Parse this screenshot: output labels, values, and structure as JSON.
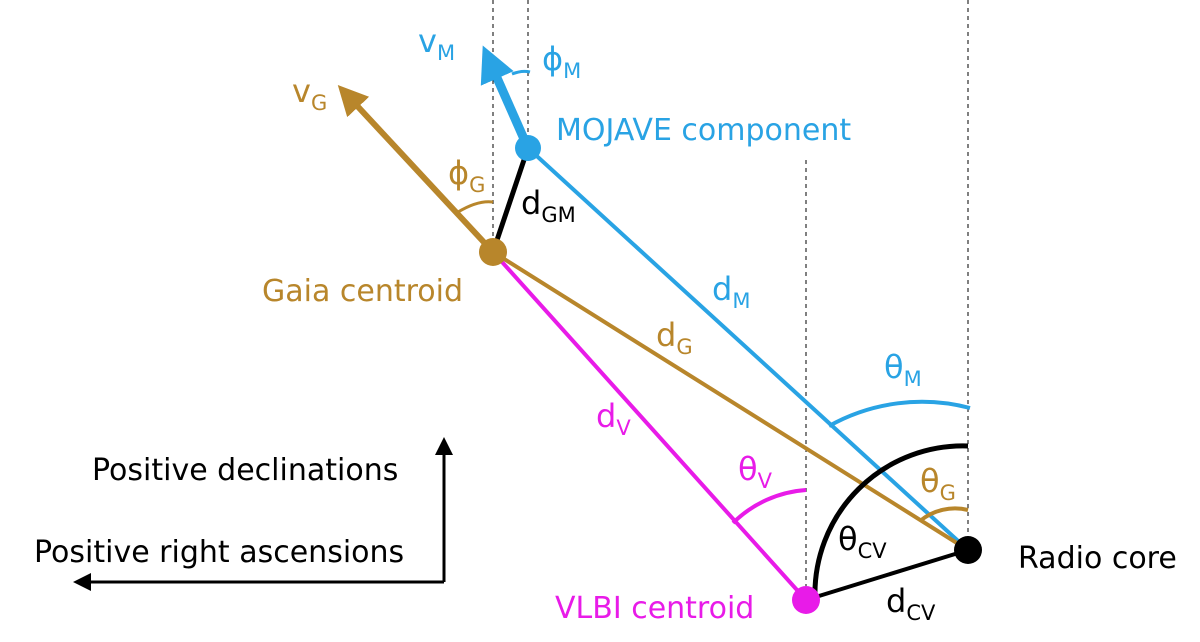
{
  "colors": {
    "mojave": "#29a3e4",
    "gaia": "#b8862b",
    "vlbi": "#e81be8",
    "black": "#000000"
  },
  "points": {
    "mojave_label": "MOJAVE component",
    "gaia_label": "Gaia centroid",
    "vlbi_label": "VLBI centroid",
    "radio_label": "Radio core"
  },
  "distances": {
    "d_gm": {
      "base": "d",
      "sub": "GM"
    },
    "d_m": {
      "base": "d",
      "sub": "M"
    },
    "d_g": {
      "base": "d",
      "sub": "G"
    },
    "d_v": {
      "base": "d",
      "sub": "V"
    },
    "d_cv": {
      "base": "d",
      "sub": "CV"
    }
  },
  "vectors": {
    "v_m": {
      "base": "v",
      "sub": "M"
    },
    "v_g": {
      "base": "v",
      "sub": "G"
    }
  },
  "angles": {
    "phi_m": {
      "base": "ϕ",
      "sub": "M"
    },
    "phi_g": {
      "base": "ϕ",
      "sub": "G"
    },
    "theta_m": {
      "base": "θ",
      "sub": "M"
    },
    "theta_g": {
      "base": "θ",
      "sub": "G"
    },
    "theta_v": {
      "base": "θ",
      "sub": "V"
    },
    "theta_cv": {
      "base": "θ",
      "sub": "CV"
    }
  },
  "axes": {
    "declination_label": "Positive declinations",
    "right_ascension_label": "Positive right ascensions"
  }
}
